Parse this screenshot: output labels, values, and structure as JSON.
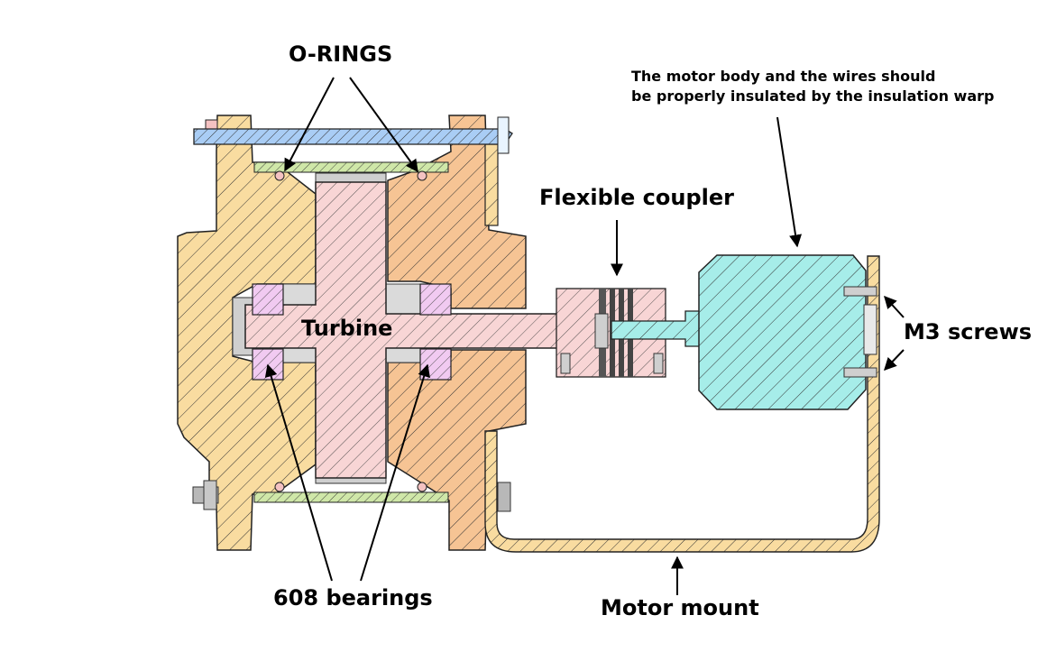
{
  "labels": {
    "o_rings": "O-RINGS",
    "motor_note_line1": "The motor body and the wires should",
    "motor_note_line2": "be properly insulated by  the insulation warp",
    "flexible_coupler": "Flexible coupler",
    "turbine": "Turbine",
    "m3_screws": "M3 screws",
    "bearings": "608 bearings",
    "motor_mount": "Motor mount"
  },
  "colors": {
    "housing_left": "#f9dca0",
    "housing_right": "#f6c494",
    "turbine": "#f8d5d5",
    "motor": "#a6ede9",
    "bolt": "#a9cdf5",
    "sleeve": "#cfe7a8",
    "bearing": "#f1caf1",
    "metal_grey": "#cfcfcf",
    "outline": "#222222"
  }
}
